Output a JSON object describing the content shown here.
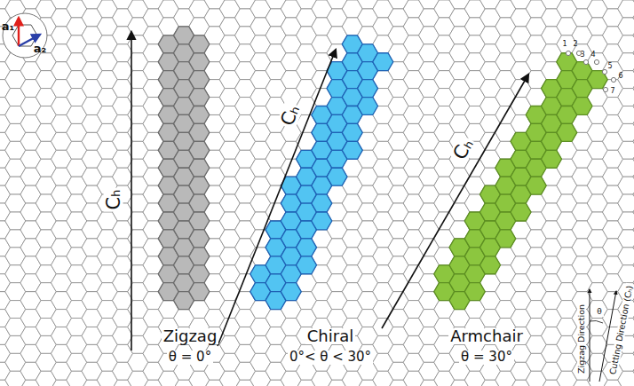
{
  "diagram": {
    "labels": [
      "a₁",
      "a₂",
      "Cₕ",
      "Cₕ",
      "Cₕ",
      "Zigzag",
      "θ = 0°",
      "Chiral",
      "0°< θ < 30°",
      "Armchair",
      "θ = 30°",
      "1",
      "2",
      "3",
      "4",
      "5",
      "6",
      "7",
      "Zigzag Direction",
      "θ",
      "Cutting Direction (Cₕ)"
    ]
  }
}
